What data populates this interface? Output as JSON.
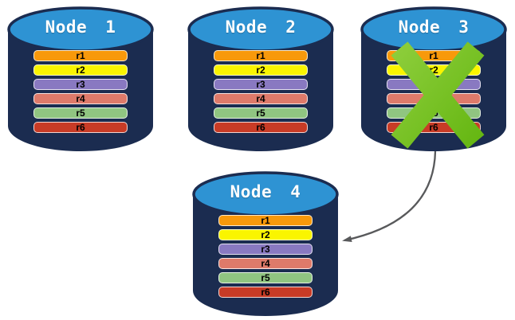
{
  "colors": {
    "background": "#FFFFFF",
    "cylinder_body": "#1B2C50",
    "cylinder_top": "#2E93D3",
    "cylinder_top_highlight": "#45A4DC",
    "node_label_text": "#FFFFFF",
    "replica_label_text": "#000000",
    "x_mark_light": "#8CCD3A",
    "x_mark_dark": "#66B713",
    "arrow_gray": "#58595B"
  },
  "nodes": [
    {
      "label": "Node 1",
      "failed": false,
      "replicas": [
        {
          "label": "r1",
          "color": "#F8990B"
        },
        {
          "label": "r2",
          "color": "#FAF500"
        },
        {
          "label": "r3",
          "color": "#8979C1"
        },
        {
          "label": "r4",
          "color": "#DE7A6A"
        },
        {
          "label": "r5",
          "color": "#90C581"
        },
        {
          "label": "r6",
          "color": "#C83B26"
        }
      ]
    },
    {
      "label": "Node 2",
      "failed": false,
      "replicas": [
        {
          "label": "r1",
          "color": "#F8990B"
        },
        {
          "label": "r2",
          "color": "#FAF500"
        },
        {
          "label": "r3",
          "color": "#8979C1"
        },
        {
          "label": "r4",
          "color": "#DE7A6A"
        },
        {
          "label": "r5",
          "color": "#90C581"
        },
        {
          "label": "r6",
          "color": "#C83B26"
        }
      ]
    },
    {
      "label": "Node 3",
      "failed": true,
      "replicas": [
        {
          "label": "r1",
          "color": "#F8990B"
        },
        {
          "label": "r2",
          "color": "#FAF500"
        },
        {
          "label": "r3",
          "color": "#8979C1"
        },
        {
          "label": "r4",
          "color": "#DE7A6A"
        },
        {
          "label": "r5",
          "color": "#90C581"
        },
        {
          "label": "r6",
          "color": "#C83B26"
        }
      ]
    },
    {
      "label": "Node 4",
      "failed": false,
      "replicas": [
        {
          "label": "r1",
          "color": "#F8990B"
        },
        {
          "label": "r2",
          "color": "#FAF500"
        },
        {
          "label": "r3",
          "color": "#8979C1"
        },
        {
          "label": "r4",
          "color": "#DE7A6A"
        },
        {
          "label": "r5",
          "color": "#90C581"
        },
        {
          "label": "r6",
          "color": "#C83B26"
        }
      ]
    }
  ]
}
